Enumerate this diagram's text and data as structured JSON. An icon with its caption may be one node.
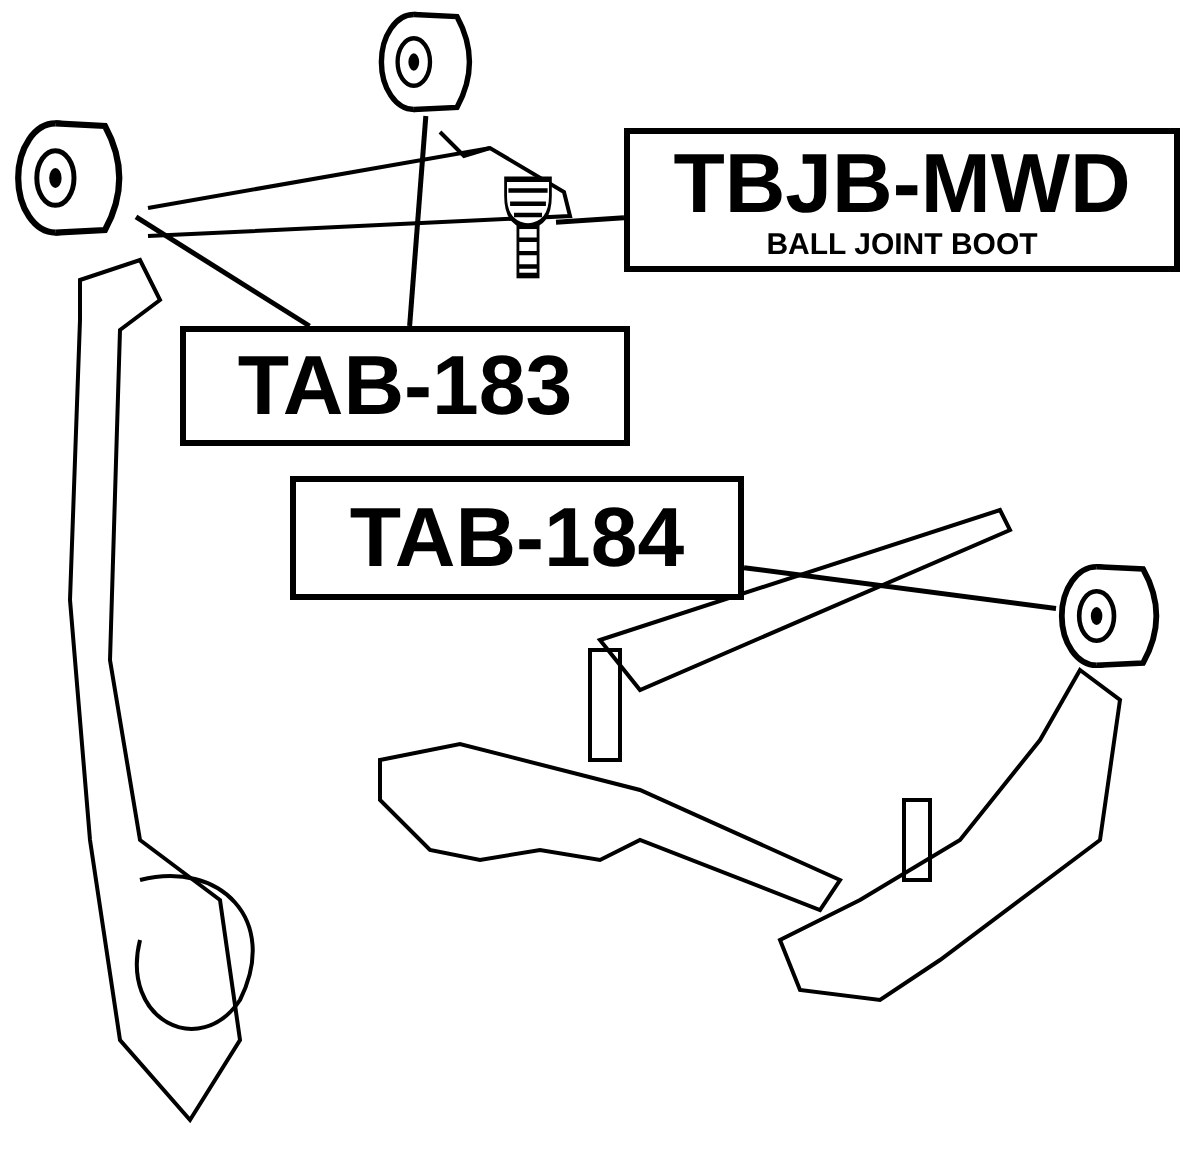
{
  "diagram": {
    "nodes": [
      {
        "text": [
          "TBJB-MWD",
          "BALL JOINT BOOT"
        ]
      },
      {
        "text": [],
        "shape": "picture"
      },
      {
        "text": [
          "TAB-183"
        ]
      },
      {
        "text": [],
        "shape": "picture"
      },
      {
        "text": [],
        "shape": "picture"
      },
      {
        "text": [
          "TAB-184"
        ]
      },
      {
        "text": [],
        "shape": "picture"
      }
    ],
    "edges": [
      {
        "from": 0,
        "to": 1,
        "arrow": "none"
      },
      {
        "from": 2,
        "to": 3,
        "arrow": "none"
      },
      {
        "from": 2,
        "to": 4,
        "arrow": "none"
      },
      {
        "from": 5,
        "to": 6,
        "arrow": "none"
      }
    ]
  }
}
